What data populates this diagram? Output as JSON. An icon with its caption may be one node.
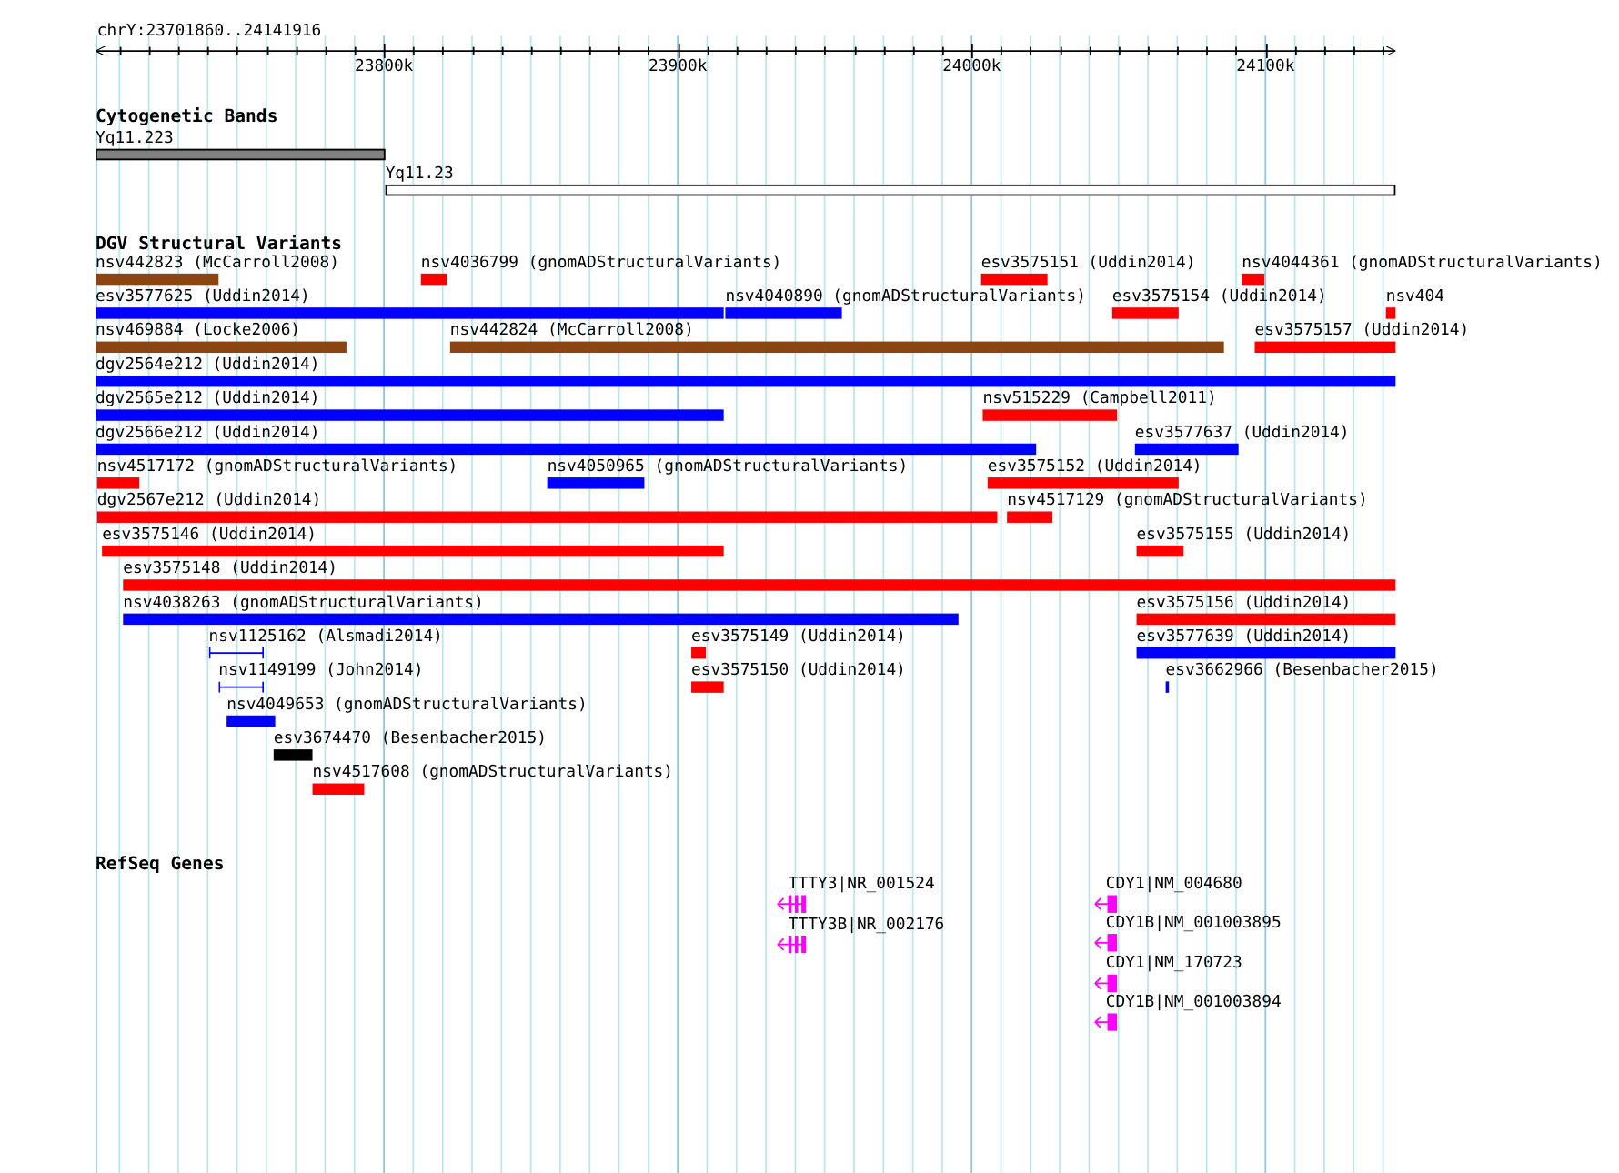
{
  "diagram": {
    "nodes": [
      {
        "text": [
          "Yq11.223"
        ]
      },
      {
        "text": [
          "Yq11.23"
        ]
      },
      {
        "text": [
          "nsv442823 (McCarroll2008)"
        ]
      },
      {
        "text": [
          "nsv4036799 (gnomADStructuralVariants)"
        ]
      },
      {
        "text": [
          "esv3575151 (Uddin2014)"
        ]
      },
      {
        "text": [
          "nsv4044361 (gnomADStructuralVariants)"
        ]
      },
      {
        "text": [
          "esv3577625 (Uddin2014)"
        ]
      },
      {
        "text": [
          "nsv4040890 (gnomADStructuralVariants)"
        ]
      },
      {
        "text": [
          "esv3575154 (Uddin2014)"
        ]
      },
      {
        "text": [
          "nsv404"
        ]
      },
      {
        "text": [
          "nsv469884 (Locke2006)"
        ]
      },
      {
        "text": [
          "nsv442824 (McCarroll2008)"
        ]
      },
      {
        "text": [
          "esv3575157 (Uddin2014)"
        ]
      },
      {
        "text": [
          "dgv2564e212 (Uddin2014)"
        ]
      },
      {
        "text": [
          "dgv2565e212 (Uddin2014)"
        ]
      },
      {
        "text": [
          "nsv515229 (Campbell2011)"
        ]
      },
      {
        "text": [
          "dgv2566e212 (Uddin2014)"
        ]
      },
      {
        "text": [
          "esv3577637 (Uddin2014)"
        ]
      },
      {
        "text": [
          "nsv4517172 (gnomADStructuralVariants)"
        ]
      },
      {
        "text": [
          "nsv4050965 (gnomADStructuralVariants)"
        ]
      },
      {
        "text": [
          "esv3575152 (Uddin2014)"
        ]
      },
      {
        "text": [
          "dgv2567e212 (Uddin2014)"
        ]
      },
      {
        "text": [
          "nsv4517129 (gnomADStructuralVariants)"
        ]
      },
      {
        "text": [
          "esv3575146 (Uddin2014)"
        ]
      },
      {
        "text": [
          "esv3575155 (Uddin2014)"
        ]
      },
      {
        "text": [
          "esv3575148 (Uddin2014)"
        ]
      },
      {
        "text": [
          "nsv4038263 (gnomADStructuralVariants)"
        ]
      },
      {
        "text": [
          "esv3575156 (Uddin2014)"
        ]
      },
      {
        "text": [
          "nsv1125162 (Alsmadi2014)"
        ]
      },
      {
        "text": [
          "esv3575149 (Uddin2014)"
        ]
      },
      {
        "text": [
          "esv3577639 (Uddin2014)"
        ]
      },
      {
        "text": [
          "nsv1149199 (John2014)"
        ]
      },
      {
        "text": [
          "esv3575150 (Uddin2014)"
        ]
      },
      {
        "text": [
          "esv3662966 (Besenbacher2015)"
        ]
      },
      {
        "text": [
          "nsv4049653 (gnomADStructuralVariants)"
        ]
      },
      {
        "text": [
          "esv3674470 (Besenbacher2015)"
        ]
      },
      {
        "text": [
          "nsv4517608 (gnomADStructuralVariants)"
        ]
      },
      {
        "text": [
          "TTTY3|NR_001524"
        ]
      },
      {
        "text": [
          "TTTY3B|NR_002176"
        ]
      },
      {
        "text": [
          "CDY1|NM_004680"
        ]
      },
      {
        "text": [
          "CDY1B|NM_001003895"
        ]
      },
      {
        "text": [
          "CDY1|NM_170723"
        ]
      },
      {
        "text": [
          "CDY1B|NM_001003894"
        ]
      }
    ],
    "labels": [
      "chrY:23701860..24141916",
      "23800k",
      "23900k",
      "24000k",
      "24100k",
      "Cytogenetic Bands",
      "DGV Structural Variants",
      "RefSeq Genes"
    ]
  }
}
